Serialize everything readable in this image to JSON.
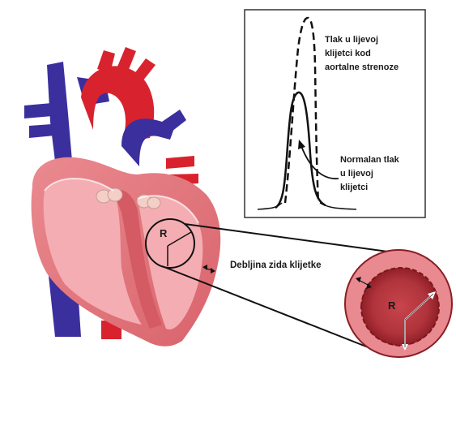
{
  "labels": {
    "aortic_stenosis_pressure": [
      "Tlak u lijevoj",
      "klijetci kod",
      "aortalne strenoze"
    ],
    "normal_pressure": [
      "Normalan tlak",
      "u lijevoj",
      "klijetci"
    ],
    "wall_thickness": "Debljina zida klijetke",
    "radius_heart": "R",
    "radius_zoom": "R"
  },
  "curves": {
    "stenosis_style": "dashed",
    "normal_style": "solid"
  },
  "colors": {
    "vein_blue": "#3b2f9e",
    "artery_red": "#d8232e",
    "myocardium": "#e97d84",
    "chamber": "#f4aeb3",
    "dark_red": "#9e1b23",
    "line": "#111111"
  }
}
